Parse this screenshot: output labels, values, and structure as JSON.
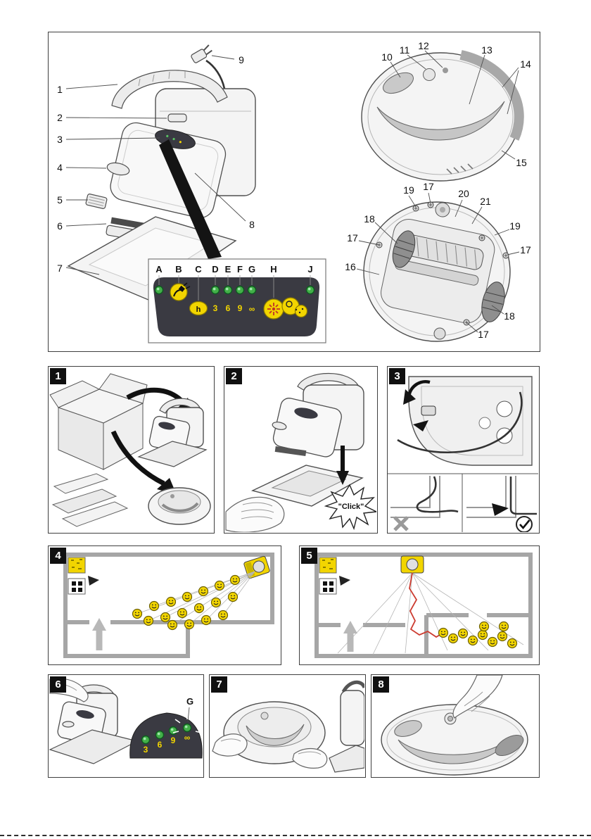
{
  "page": {
    "type": "appliance-manual-diagram-page",
    "background": "#ffffff"
  },
  "colors": {
    "accent_yellow": "#f2d500",
    "led_green": "#43b049",
    "alert_red": "#c03028",
    "panel_dark": "#3a3a42",
    "wall_gray": "#a6a6a6"
  },
  "overview": {
    "station_callouts": [
      "1",
      "2",
      "3",
      "4",
      "5",
      "6",
      "7",
      "8",
      "9"
    ],
    "top_callouts": [
      "10",
      "11",
      "12",
      "13",
      "14",
      "15"
    ],
    "bottom_callouts": [
      "16",
      "17",
      "18",
      "19",
      "20",
      "21"
    ],
    "control_panel": {
      "letters": [
        "A",
        "B",
        "C",
        "D",
        "E",
        "F",
        "G",
        "H",
        "J"
      ],
      "hour_symbol": "h",
      "durations": [
        "3",
        "6",
        "9",
        "∞"
      ]
    }
  },
  "steps": {
    "badges": [
      "1",
      "2",
      "3",
      "4",
      "5",
      "6",
      "7",
      "8"
    ],
    "click_label": "\"Click\"",
    "panel6": {
      "label": "G",
      "durations": [
        "3",
        "6",
        "9",
        "∞"
      ]
    }
  },
  "icons": {
    "x_mark": "✗",
    "check_mark": "✓",
    "infinity": "∞"
  }
}
